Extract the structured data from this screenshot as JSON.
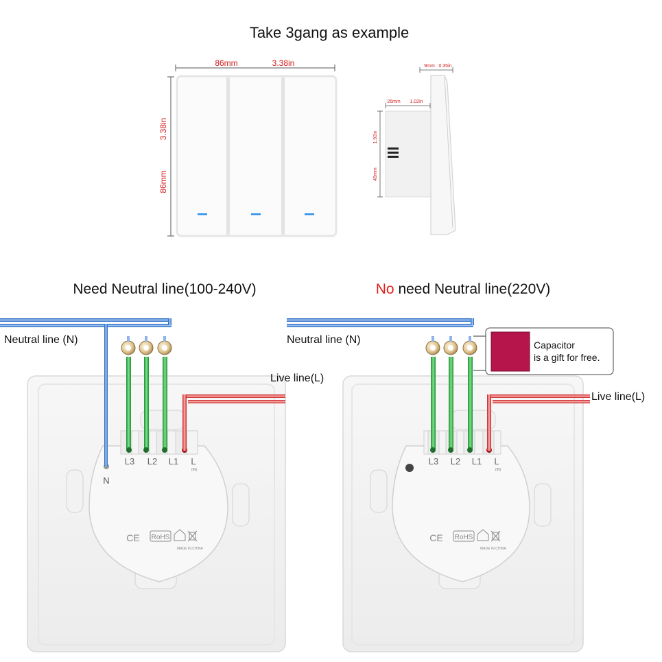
{
  "title": "Take 3gang as example",
  "front_view": {
    "width_mm": "86mm",
    "width_in": "3.38in",
    "height_in": "3.38in",
    "height_mm": "86mm"
  },
  "side_view": {
    "thickness_mm": "9mm",
    "thickness_in": "0.35in",
    "depth_mm": "26mm",
    "depth_in": "1.02in",
    "box_in": "1.92in",
    "box_mm": "49mm"
  },
  "left_diagram": {
    "heading": "Need Neutral line(100-240V)",
    "neutral_label": "Neutral line (N)",
    "live_label": "Live line(L)",
    "terminal_n": "N",
    "terminals": [
      "L3",
      "L2",
      "L1",
      "L"
    ],
    "terminal_in": "(IN)"
  },
  "right_diagram": {
    "heading_prefix": "No",
    "heading_rest": " need Neutral line(220V)",
    "neutral_label": "Neutral line (N)",
    "live_label": "Live line(L)",
    "capacitor_line1": "Capacitor",
    "capacitor_line2": "is a gift for free.",
    "terminals": [
      "L3",
      "L2",
      "L1",
      "L"
    ],
    "terminal_in": "(IN)"
  },
  "certification": {
    "ce": "CE",
    "rohs": "RoHS",
    "made_in": "MADE IN CHINA"
  },
  "colors": {
    "dimension": "#d21f1f",
    "neutral_wire": "#3a7fd8",
    "load_wire": "#3bb54a",
    "live_wire": "#e03a3a",
    "indicator": "#2a8ee8",
    "capacitor": "#b5154b",
    "highlight_red": "#e0201b"
  }
}
